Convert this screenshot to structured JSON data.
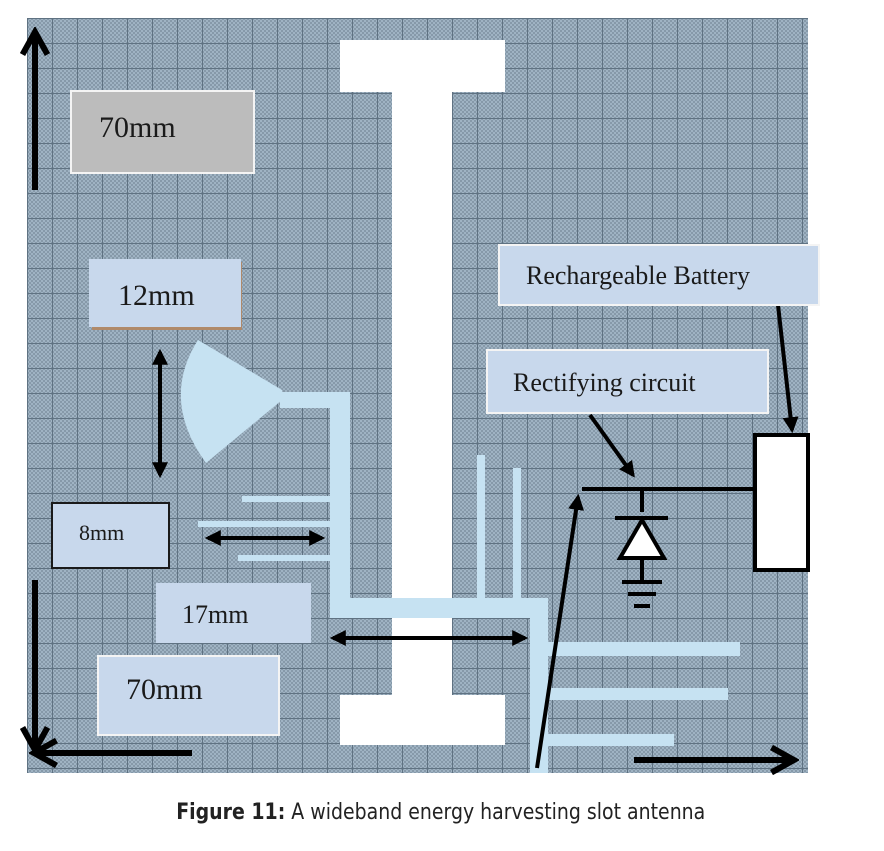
{
  "figure": {
    "title": "A wideband energy harvesting slot antenna",
    "colors": {
      "substrate": "#95aabb",
      "grid_minor": "#7b8e9e",
      "grid_major": "#5f7282",
      "slot": "#ffffff",
      "trace": "#c6e2f2",
      "label_box": "#c8d8ec",
      "label_box_gray": "#bcbcbc",
      "arrow": "#000000"
    },
    "labels": {
      "dim_height": "70mm",
      "dim_width": "70mm",
      "dim_patch": "12mm",
      "dim_stub": "8mm",
      "dim_feed": "17mm",
      "battery": "Rechargeable Battery",
      "rectifier": "Rectifying circuit"
    },
    "components": {
      "slot": "I-shaped slot",
      "radiator": "fan-shaped patch",
      "rectifier": "diode",
      "ground": "ground symbol",
      "battery": "battery block"
    }
  },
  "caption": {
    "prefix": "Figure 11:",
    "text": " A wideband energy harvesting slot antenna"
  }
}
